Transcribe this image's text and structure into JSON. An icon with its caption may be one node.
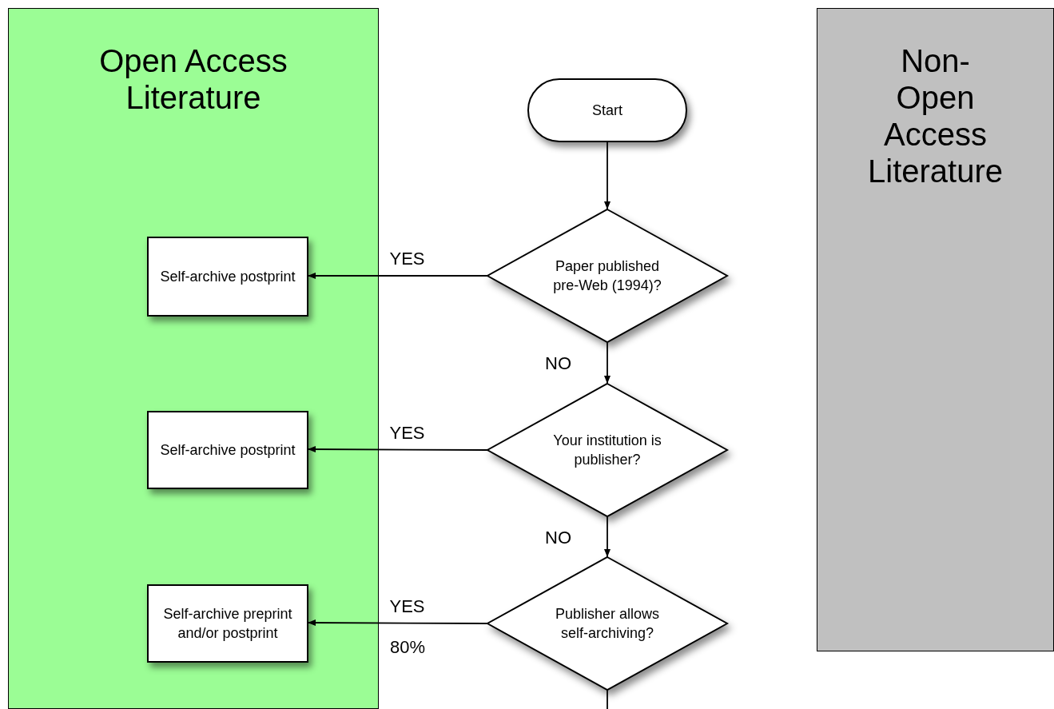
{
  "diagram": {
    "nodes": [
      {
        "text": [
          "Open Access Literature"
        ]
      },
      {
        "text": [
          "Self-archive postprint"
        ],
        "in": 0
      },
      {
        "text": [
          "Self-archive postprint"
        ],
        "in": 0
      },
      {
        "text": [
          "Self-archive preprint and/or postprint"
        ],
        "in": 0
      },
      {
        "text": [
          "Start"
        ]
      },
      {
        "text": [
          "Paper published pre-Web (1994)?"
        ]
      },
      {
        "text": [
          "Your institution is publisher?"
        ]
      },
      {
        "text": [
          "Publisher allows self-archiving?"
        ]
      },
      {
        "text": [
          "Non- Open Access Literature"
        ]
      }
    ],
    "edges": [
      {
        "from": 4,
        "to": 5,
        "arrow": "to"
      },
      {
        "from": 5,
        "to": 1,
        "arrow": "to",
        "label": "YES"
      },
      {
        "from": 5,
        "to": 6,
        "arrow": "to",
        "label": "NO"
      },
      {
        "from": 6,
        "to": 2,
        "arrow": "to",
        "label": "YES"
      },
      {
        "from": 6,
        "to": 7,
        "arrow": "to",
        "label": "NO"
      },
      {
        "from": 7,
        "to": 3,
        "arrow": "to",
        "label": "YES"
      },
      {
        "from": 7,
        "to": null,
        "arrow": "none"
      }
    ],
    "labels": [
      "80%"
    ]
  }
}
